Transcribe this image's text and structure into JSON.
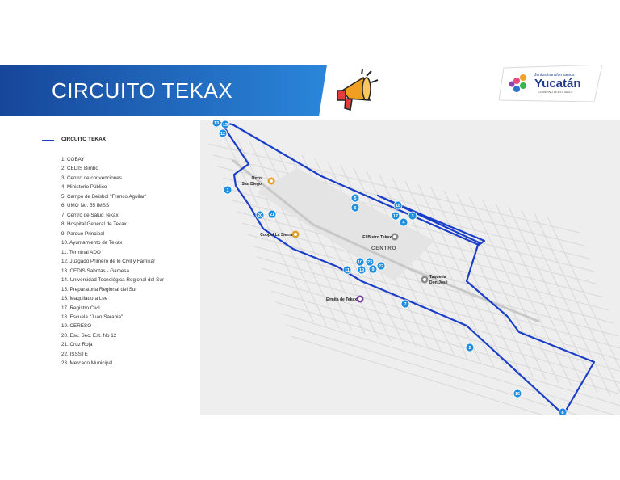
{
  "header": {
    "title": "CIRCUITO TEKAX",
    "logo_text": "Yucatán",
    "logo_tagline": "Juntos transformamos",
    "logo_subline": "GOBIERNO DEL ESTADO"
  },
  "colors": {
    "route": "#1b3ec9",
    "banner": "#1f67c8",
    "stop_marker": "#1e8fe0",
    "landmark_icon": "#e0a020",
    "street_grid": "#d7d7d7",
    "map_background": "#eaeaea"
  },
  "legend": {
    "route_label": "CIRCUITO TEKAX",
    "places": [
      "1. COBAY",
      "2. CEDIS Bimbo",
      "3. Centro de convenciones",
      "4. Ministerio Público",
      "5. Campo de Beisbol \"Franco Aguilar\"",
      "6. UMQ No. 55 IMSS",
      "7. Centro de Salud Tekax",
      "8. Hospital General de Tekax",
      "9. Parque Principal",
      "10. Ayuntamiento de Tekax",
      "11. Terminal ADO",
      "12. Juzgado Primero de lo Civil y Familiar",
      "13. CEDIS Sabritas - Gamesa",
      "14. Universidad Tecnológica Regional del Sur",
      "15. Preparatoria Regional del Sur",
      "16. Maquiladora Lee",
      "17. Registro Civil",
      "18. Escuela \"Juan Sarabia\"",
      "19. CERESO",
      "20. Esc. Sec. Est. No 12",
      "21. Cruz Roja",
      "22. ISSSTE",
      "23. Mercado Municipal"
    ]
  },
  "map": {
    "landmarks": [
      {
        "name": "Oxxo San Diego",
        "icon": "store-icon"
      },
      {
        "name": "Coppel La Sierra",
        "icon": "store-icon"
      },
      {
        "name": "El Bistro Tekax",
        "icon": "restaurant-icon"
      },
      {
        "name": "Taquería Don José",
        "icon": "restaurant-icon"
      },
      {
        "name": "Ermita de Tekax",
        "icon": "church-icon"
      }
    ],
    "district_label": "CENTRO",
    "stop_labels": [
      "13",
      "15",
      "12",
      "1",
      "20",
      "21",
      "5",
      "6",
      "18",
      "17",
      "3",
      "4",
      "10",
      "23",
      "9",
      "22",
      "11",
      "19",
      "7",
      "2",
      "16",
      "8"
    ]
  }
}
